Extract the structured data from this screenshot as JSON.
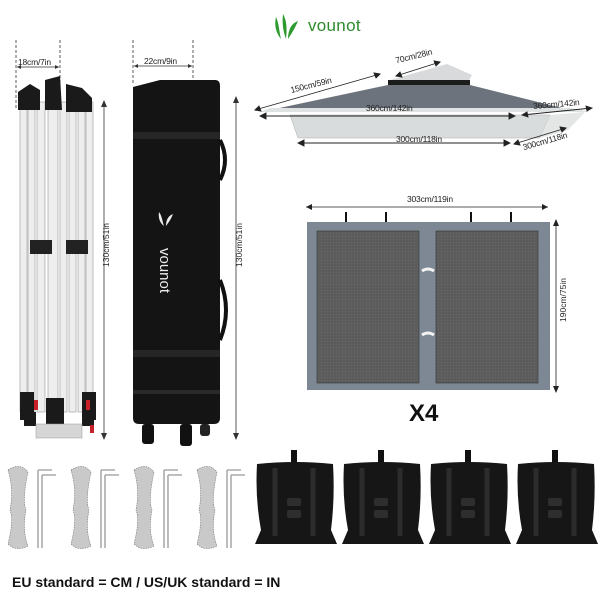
{
  "brand": {
    "name": "vounot",
    "color": "#2e8b2e"
  },
  "frame": {
    "width_label": "18cm/7in",
    "height_label": "130cm/51in"
  },
  "carry_bag": {
    "width_label": "22cm/9in",
    "height_label": "130cm/51in",
    "logo_text": "vounot"
  },
  "canopy_top": {
    "top_vent_label": "70cm/28in",
    "slope_label": "150cm/59in",
    "front_width_label": "360cm/142in",
    "side_width_label": "360cm/142in",
    "base_front_label": "300cm/118in",
    "base_side_label": "300cm/118in",
    "top_color": "#6d737c",
    "valance_color": "#d9dcdc"
  },
  "sidewall": {
    "width_label": "303cm/119in",
    "height_label": "190cm/75in",
    "quantity_label": "X4",
    "frame_color": "#7d8894",
    "mesh_color": "#5a5a5a"
  },
  "accessories": {
    "rope_stake_sets": 4,
    "weight_bags": 4
  },
  "footer": {
    "units_note": "EU standard = CM / US/UK standard = IN"
  }
}
